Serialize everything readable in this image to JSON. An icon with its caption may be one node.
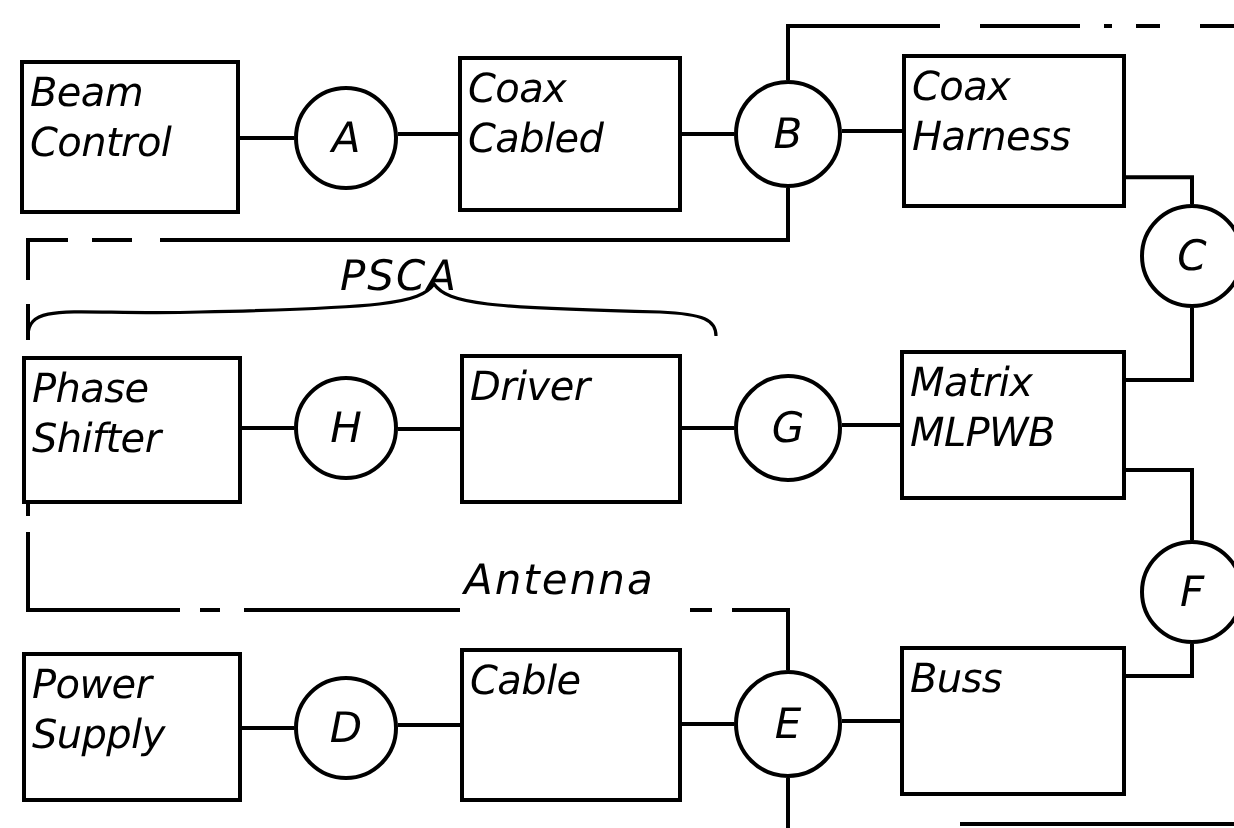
{
  "diagram": {
    "nodes": [
      {
        "text": [
          "Beam Control"
        ]
      },
      {
        "text": [
          "A"
        ]
      },
      {
        "text": [
          "Coax Cabled"
        ]
      },
      {
        "text": [
          "B"
        ]
      },
      {
        "text": [
          "Coax Harness"
        ]
      },
      {
        "text": [
          "C"
        ]
      },
      {
        "text": [
          "Phase Shifter"
        ]
      },
      {
        "text": [
          "H"
        ]
      },
      {
        "text": [
          "Driver"
        ]
      },
      {
        "text": [
          "G"
        ]
      },
      {
        "text": [
          "Matrix MLPWB"
        ]
      },
      {
        "text": [
          "F"
        ]
      },
      {
        "text": [
          "Power Supply"
        ]
      },
      {
        "text": [
          "D"
        ]
      },
      {
        "text": [
          "Cable"
        ]
      },
      {
        "text": [
          "E"
        ]
      },
      {
        "text": [
          "Buss"
        ]
      }
    ],
    "edges": [
      {
        "from": 0,
        "to": 1,
        "arrow": "none"
      },
      {
        "from": 1,
        "to": 2,
        "arrow": "none"
      },
      {
        "from": 2,
        "to": 3,
        "arrow": "none"
      },
      {
        "from": 3,
        "to": 4,
        "arrow": "none"
      },
      {
        "from": 4,
        "to": 5,
        "arrow": "none"
      },
      {
        "from": 5,
        "to": 10,
        "arrow": "none"
      },
      {
        "from": 10,
        "to": 9,
        "arrow": "none"
      },
      {
        "from": 9,
        "to": 8,
        "arrow": "none"
      },
      {
        "from": 8,
        "to": 7,
        "arrow": "none"
      },
      {
        "from": 7,
        "to": 6,
        "arrow": "none"
      },
      {
        "from": 10,
        "to": 11,
        "arrow": "none"
      },
      {
        "from": 11,
        "to": 16,
        "arrow": "none"
      },
      {
        "from": 16,
        "to": 15,
        "arrow": "none"
      },
      {
        "from": 15,
        "to": 14,
        "arrow": "none"
      },
      {
        "from": 14,
        "to": 13,
        "arrow": "none"
      },
      {
        "from": 13,
        "to": 12,
        "arrow": "none"
      }
    ],
    "labels": [
      "PSCA",
      "Antenna"
    ]
  }
}
